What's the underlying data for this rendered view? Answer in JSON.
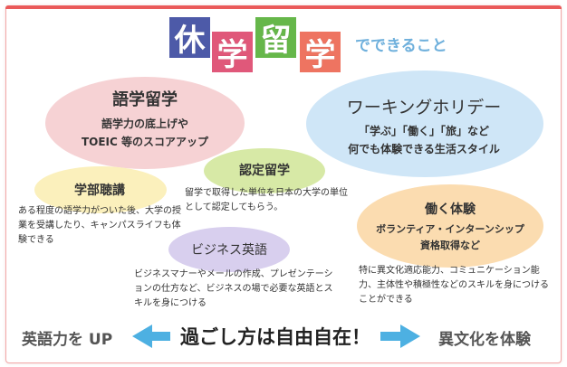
{
  "title": {
    "chars": [
      "休",
      "学",
      "留",
      "学"
    ],
    "subtitle": "でできること"
  },
  "bubbles": {
    "language": {
      "heading": "語学留学",
      "line1": "語学力の底上げや",
      "line2": "TOEIC 等のスコアアップ"
    },
    "workingholiday": {
      "heading": "ワーキングホリデー",
      "line1": "「学ぶ」「働く」「旅」など",
      "line2": "何でも体験できる生活スタイル"
    },
    "faculty": {
      "heading": "学部聴講",
      "note": "ある程度の語学力がついた後、大学の授業を受講したり、キャンパスライフも体験できる"
    },
    "certified": {
      "heading": "認定留学",
      "note": "留学で取得した単位を日本の大学の単位として認定してもらう。"
    },
    "business": {
      "heading": "ビジネス英語",
      "note": "ビジネスマナーやメールの作成、プレゼンテーションの仕方など、ビジネスの場で必要な英語とスキルを身につける"
    },
    "work": {
      "heading": "働く体験",
      "line1": "ボランティア・インターンシップ",
      "line2": "資格取得など",
      "note": "特に異文化適応能力、コミュニケーション能力、主体性や積極性などのスキルを身につけることができる"
    }
  },
  "footer": {
    "left": "英語力を UP",
    "center": "過ごし方は自由自在！",
    "right": "異文化を体験"
  },
  "colors": {
    "tile1": "#4d5aa8",
    "tile2": "#e0587a",
    "tile3": "#66b74a",
    "tile4": "#ee7461",
    "pink": "#f6d2d4",
    "blue": "#cfe6f7",
    "yellow": "#fbf0bc",
    "green": "#d7e9a6",
    "lavender": "#d8cfee",
    "peach": "#fbdcb0",
    "arrow": "#4db0e2"
  }
}
